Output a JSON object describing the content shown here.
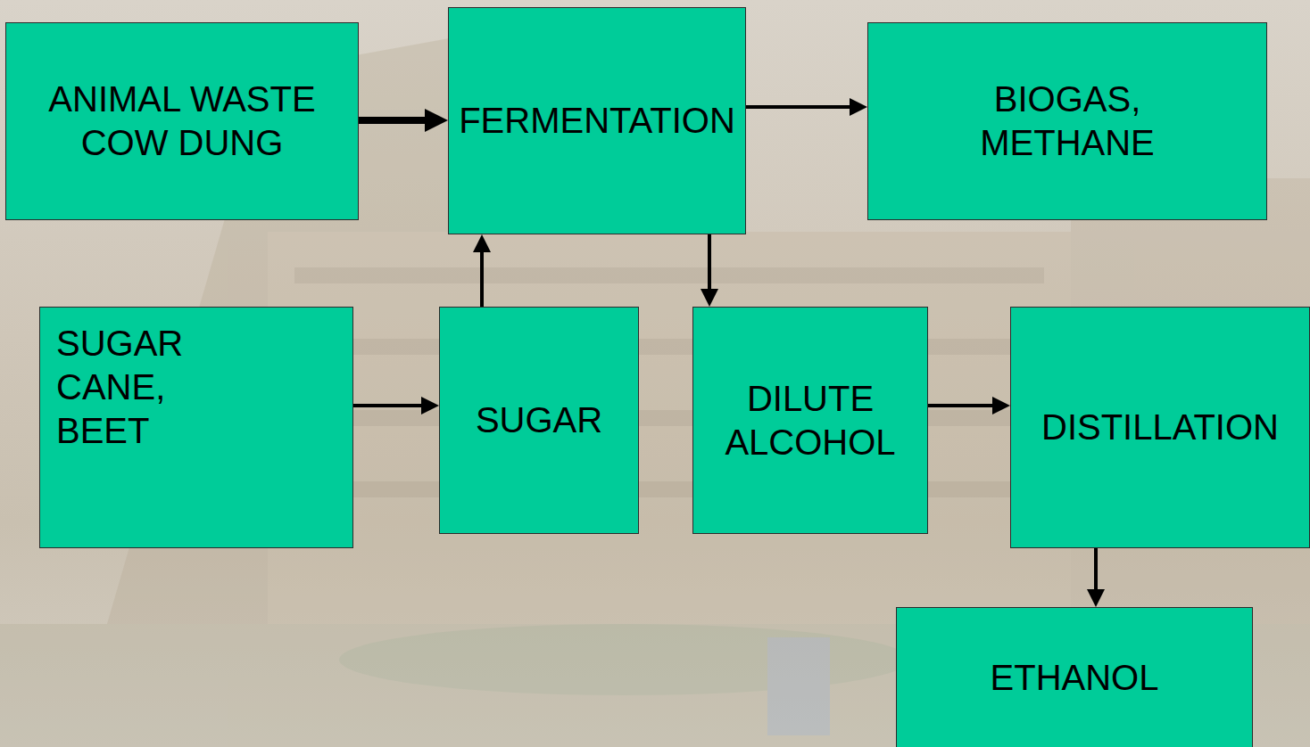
{
  "diagram": {
    "nodes": [
      {
        "text": [
          "ANIMAL WASTE COW DUNG"
        ]
      },
      {
        "text": [
          "FERMENTATION"
        ]
      },
      {
        "text": [
          "BIOGAS, METHANE"
        ]
      },
      {
        "text": [
          "SUGAR CANE, BEET"
        ]
      },
      {
        "text": [
          "SUGAR"
        ]
      },
      {
        "text": [
          "DILUTE ALCOHOL"
        ]
      },
      {
        "text": [
          "DISTILLATION"
        ]
      },
      {
        "text": [
          "ETHANOL"
        ]
      }
    ],
    "edges": [
      {
        "from": 0,
        "to": 1,
        "arrow": "to"
      },
      {
        "from": 1,
        "to": 2,
        "arrow": "to"
      },
      {
        "from": 3,
        "to": 4,
        "arrow": "to"
      },
      {
        "from": 4,
        "to": 1,
        "arrow": "to"
      },
      {
        "from": 1,
        "to": 5,
        "arrow": "to"
      },
      {
        "from": 5,
        "to": 6,
        "arrow": "to"
      },
      {
        "from": 6,
        "to": 7,
        "arrow": "to"
      }
    ]
  }
}
